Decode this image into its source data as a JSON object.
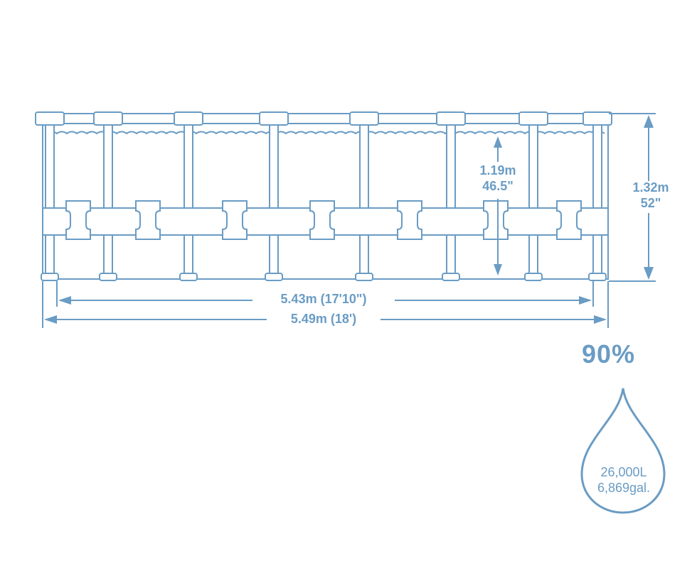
{
  "dimensions": {
    "inner_height_m": "1.19m",
    "inner_height_in": "46.5\"",
    "outer_height_m": "1.32m",
    "outer_height_in": "52\"",
    "inner_width": "5.43m (17'10\")",
    "outer_width": "5.49m (18')"
  },
  "fill": {
    "percent": "90%",
    "volume_liters": "26,000L",
    "volume_gallons": "6,869gal."
  },
  "colors": {
    "line": "#6a9cc4",
    "fill": "#ffffff"
  }
}
